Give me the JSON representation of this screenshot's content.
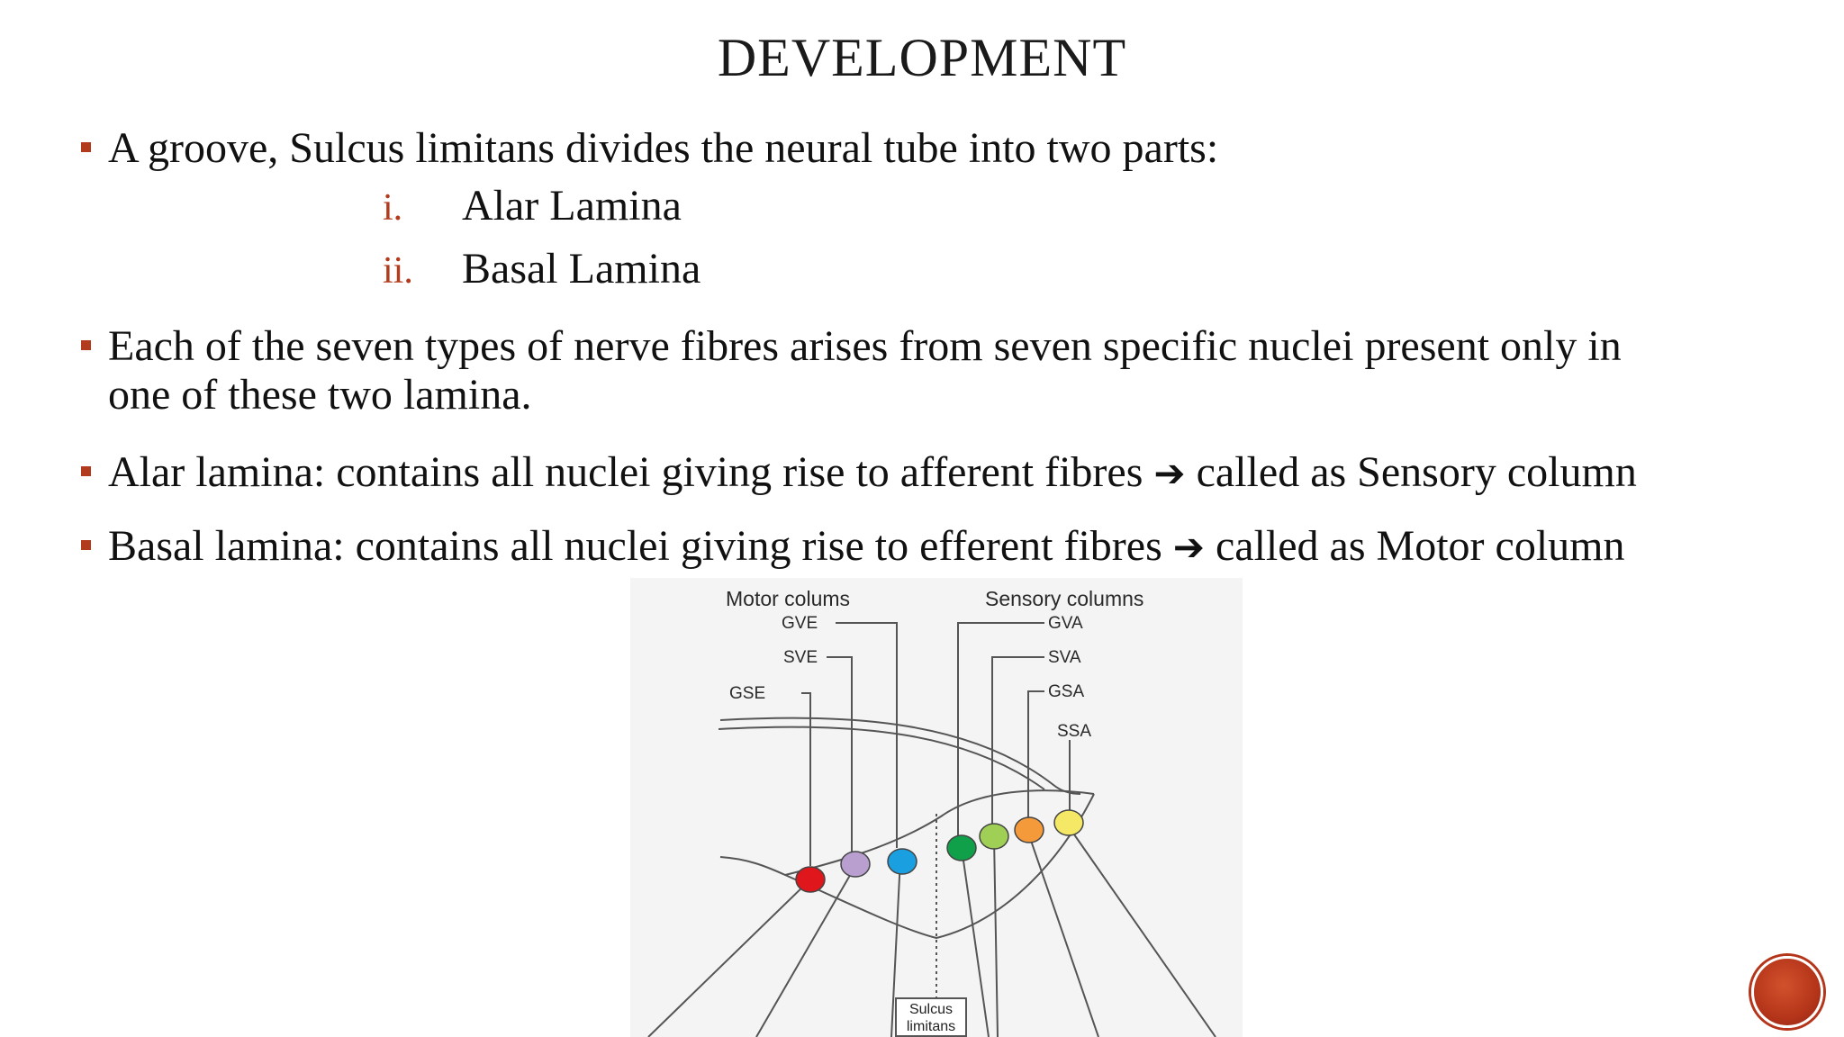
{
  "slide": {
    "title": "DEVELOPMENT",
    "bullets": [
      {
        "text": "A groove, Sulcus limitans divides the neural tube into two parts:"
      },
      {
        "text_line1": "Each of the seven types of nerve fibres arises from seven specific nuclei present only in",
        "text_line2": "one of these two lamina."
      },
      {
        "text_before": "Alar lamina: contains all nuclei giving rise to afferent fibres",
        "arrow": "➔",
        "text_after": "called as Sensory column"
      },
      {
        "text_before": "Basal lamina: contains all nuclei giving rise to efferent fibres",
        "arrow": "➔",
        "text_after": "called as Motor column"
      }
    ],
    "sublist": [
      {
        "num": "i.",
        "label": "Alar Lamina"
      },
      {
        "num": "ii.",
        "label": "Basal Lamina"
      }
    ],
    "accent_color": "#b23a1d"
  },
  "diagram": {
    "motor_heading": "Motor colums",
    "sensory_heading": "Sensory columns",
    "motor_labels": [
      "GVE",
      "SVE",
      "GSE"
    ],
    "sensory_labels": [
      "GVA",
      "SVA",
      "GSA",
      "SSA"
    ],
    "sulcus_line1": "Sulcus",
    "sulcus_line2": "limitans",
    "nuclei_colors": [
      "#e0161d",
      "#b89fd0",
      "#1aa0e0",
      "#10a04a",
      "#9fd055",
      "#f59a3a",
      "#f5e866"
    ]
  },
  "nav": {
    "icon": "next-slide-icon"
  }
}
